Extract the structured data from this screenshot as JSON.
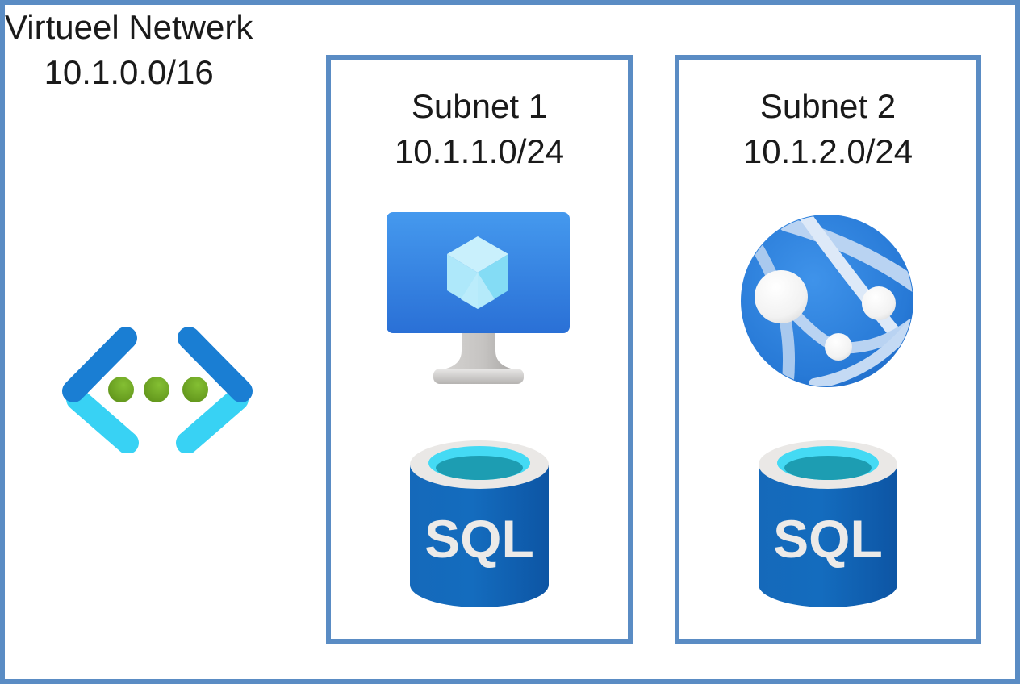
{
  "diagram": {
    "title_area": {
      "vnet_label": "Virtueel Netwerk",
      "vnet_cidr": "10.1.0.0/16"
    },
    "subnets": [
      {
        "name": "Subnet 1",
        "cidr": "10.1.1.0/24",
        "top_icon": "virtual-machine-icon",
        "bottom_icon": "sql-database-icon"
      },
      {
        "name": "Subnet 2",
        "cidr": "10.1.2.0/24",
        "top_icon": "app-service-icon",
        "bottom_icon": "sql-database-icon"
      }
    ],
    "sql_label": "SQL",
    "colors": {
      "outline_blue": "#5a8cc4",
      "vnet_bracket_dark": "#1a7ed3",
      "vnet_bracket_cyan": "#38d2f4",
      "vnet_dot_green": "#6aa21f",
      "vm_screen_blue": "#3b8fe6",
      "vm_cube_cyan": "#a5e6f8",
      "sql_body_blue": "#1263b2",
      "sql_inner_cyan": "#44daf4",
      "sql_inner_teal": "#1d9db2",
      "sql_rim_gray": "#eae8e6",
      "app_globe_blue": "#2a7bd6",
      "app_arc_light": "#bcd6f3",
      "text_black": "#1a1a1a"
    }
  }
}
